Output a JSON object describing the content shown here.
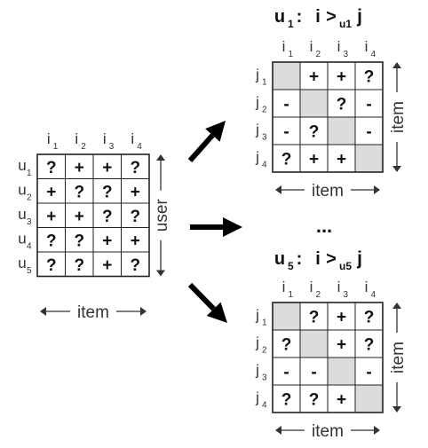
{
  "user_item_matrix": {
    "col_prefix": "i",
    "col_subs": [
      "1",
      "2",
      "3",
      "4"
    ],
    "row_prefix": "u",
    "row_subs": [
      "1",
      "2",
      "3",
      "4",
      "5"
    ],
    "cells": [
      [
        "?",
        "+",
        "+",
        "?"
      ],
      [
        "+",
        "?",
        "?",
        "+"
      ],
      [
        "+",
        "+",
        "?",
        "?"
      ],
      [
        "?",
        "?",
        "+",
        "+"
      ],
      [
        "?",
        "?",
        "+",
        "?"
      ]
    ],
    "x_axis_label": "item",
    "y_axis_label": "user"
  },
  "ellipsis": "...",
  "pairwise_matrices": [
    {
      "title_main": "u",
      "title_main_sub": "1",
      "title_colon": ":",
      "title_i": "i",
      "title_op": ">",
      "title_op_sub": "u1",
      "title_j": "j",
      "col_prefix": "i",
      "col_subs": [
        "1",
        "2",
        "3",
        "4"
      ],
      "row_prefix": "j",
      "row_subs": [
        "1",
        "2",
        "3",
        "4"
      ],
      "cells": [
        [
          "",
          "+",
          "+",
          "?"
        ],
        [
          "-",
          "",
          "?",
          "-"
        ],
        [
          "-",
          "?",
          "",
          "-"
        ],
        [
          "?",
          "+",
          "+",
          ""
        ]
      ],
      "x_axis_label": "item",
      "y_axis_label": "item"
    },
    {
      "title_main": "u",
      "title_main_sub": "5",
      "title_colon": ":",
      "title_i": "i",
      "title_op": ">",
      "title_op_sub": "u5",
      "title_j": "j",
      "col_prefix": "i",
      "col_subs": [
        "1",
        "2",
        "3",
        "4"
      ],
      "row_prefix": "j",
      "row_subs": [
        "1",
        "2",
        "3",
        "4"
      ],
      "cells": [
        [
          "",
          "?",
          "+",
          "?"
        ],
        [
          "?",
          "",
          "+",
          "?"
        ],
        [
          "-",
          "-",
          "",
          "-"
        ],
        [
          "?",
          "?",
          "+",
          ""
        ]
      ],
      "x_axis_label": "item",
      "y_axis_label": "item"
    }
  ],
  "colors": {
    "diagonal": "#dcdcdc",
    "line": "#222222",
    "arrow": "#000000"
  }
}
